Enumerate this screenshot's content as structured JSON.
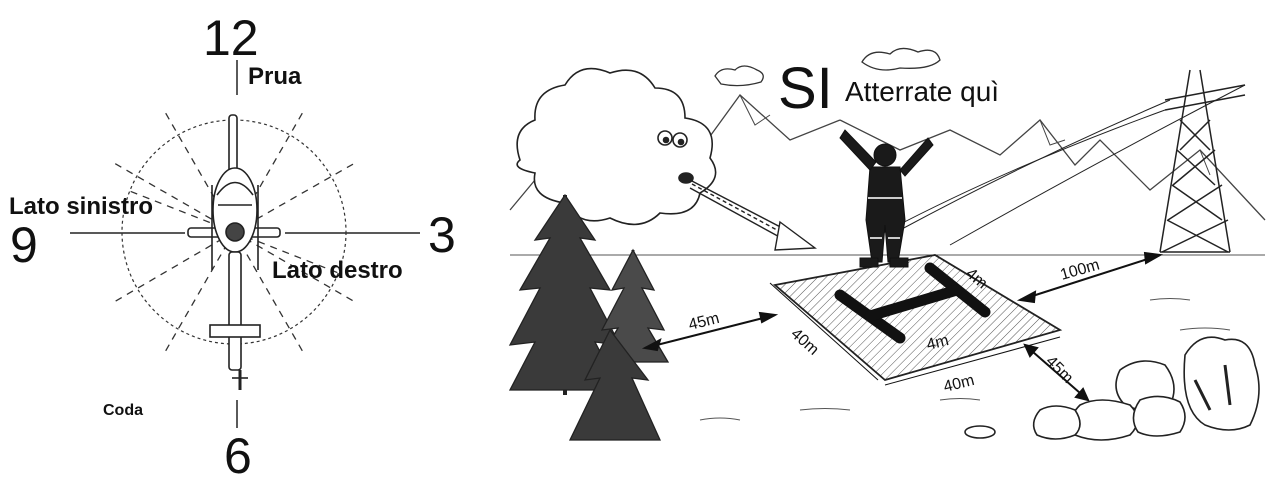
{
  "clock": {
    "twelve": "12",
    "three": "3",
    "six": "6",
    "nine": "9",
    "prua": "Prua",
    "coda": "Coda",
    "left_side": "Lato sinistro",
    "right_side": "Lato destro"
  },
  "scene": {
    "si": "SI",
    "landing_text": "Atterrate quì",
    "dimensions": {
      "trees_distance": "45m",
      "pad_left_side": "40m",
      "pad_bottom_side": "40m",
      "h_width": "4m",
      "h_height": "4m",
      "pylon_distance": "100m",
      "rocks_distance": "45m"
    }
  }
}
